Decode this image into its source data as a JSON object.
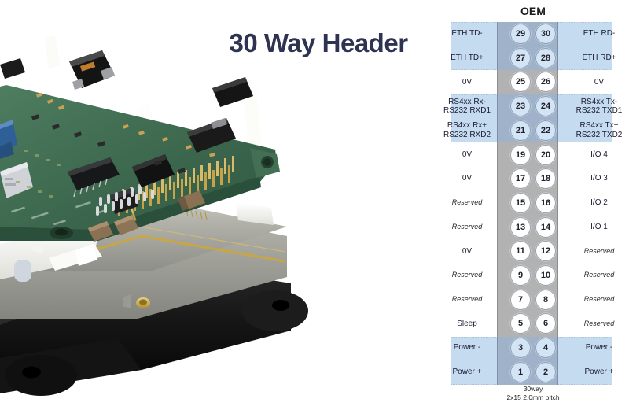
{
  "title": "30 Way Header",
  "colors": {
    "title": "#2d3350",
    "band_blue": "#c5dcf0",
    "connector_gray": "#b2b2b2",
    "connector_blue": "#9fb2ca",
    "pin_tint": "#d3e4f5"
  },
  "pinout": {
    "header": "OEM",
    "caption_line1": "30way",
    "caption_line2": "2x15 2.0mm pitch",
    "rows": [
      {
        "left": "ETH TD-",
        "left2": "",
        "odd": "29",
        "even": "30",
        "right": "ETH RD-",
        "right2": "",
        "band": "blue",
        "left_italic": false,
        "right_italic": false
      },
      {
        "left": "ETH TD+",
        "left2": "",
        "odd": "27",
        "even": "28",
        "right": "ETH RD+",
        "right2": "",
        "band": "blue",
        "left_italic": false,
        "right_italic": false
      },
      {
        "left": "0V",
        "left2": "",
        "odd": "25",
        "even": "26",
        "right": "0V",
        "right2": "",
        "band": "none",
        "left_italic": false,
        "right_italic": false
      },
      {
        "left": "RS4xx Rx-",
        "left2": "RS232 RXD1",
        "odd": "23",
        "even": "24",
        "right": "RS4xx Tx-",
        "right2": "RS232 TXD1",
        "band": "blue",
        "left_italic": false,
        "right_italic": false
      },
      {
        "left": "RS4xx Rx+",
        "left2": "RS232 RXD2",
        "odd": "21",
        "even": "22",
        "right": "RS4xx Tx+",
        "right2": "RS232 TXD2",
        "band": "blue",
        "left_italic": false,
        "right_italic": false
      },
      {
        "left": "0V",
        "left2": "",
        "odd": "19",
        "even": "20",
        "right": "I/O 4",
        "right2": "",
        "band": "none",
        "left_italic": false,
        "right_italic": false
      },
      {
        "left": "0V",
        "left2": "",
        "odd": "17",
        "even": "18",
        "right": "I/O 3",
        "right2": "",
        "band": "none",
        "left_italic": false,
        "right_italic": false
      },
      {
        "left": "Reserved",
        "left2": "",
        "odd": "15",
        "even": "16",
        "right": "I/O 2",
        "right2": "",
        "band": "none",
        "left_italic": true,
        "right_italic": false
      },
      {
        "left": "Reserved",
        "left2": "",
        "odd": "13",
        "even": "14",
        "right": "I/O 1",
        "right2": "",
        "band": "none",
        "left_italic": true,
        "right_italic": false
      },
      {
        "left": "0V",
        "left2": "",
        "odd": "11",
        "even": "12",
        "right": "Reserved",
        "right2": "",
        "band": "none",
        "left_italic": false,
        "right_italic": true
      },
      {
        "left": "Reserved",
        "left2": "",
        "odd": "9",
        "even": "10",
        "right": "Reserved",
        "right2": "",
        "band": "none",
        "left_italic": true,
        "right_italic": true
      },
      {
        "left": "Reserved",
        "left2": "",
        "odd": "7",
        "even": "8",
        "right": "Reserved",
        "right2": "",
        "band": "none",
        "left_italic": true,
        "right_italic": true
      },
      {
        "left": "Sleep",
        "left2": "",
        "odd": "5",
        "even": "6",
        "right": "Reserved",
        "right2": "",
        "band": "none",
        "left_italic": false,
        "right_italic": true
      },
      {
        "left": "Power -",
        "left2": "",
        "odd": "3",
        "even": "4",
        "right": "Power -",
        "right2": "",
        "band": "blue",
        "left_italic": false,
        "right_italic": false
      },
      {
        "left": "Power +",
        "left2": "",
        "odd": "1",
        "even": "2",
        "right": "Power +",
        "right2": "",
        "band": "blue",
        "left_italic": false,
        "right_italic": false
      }
    ]
  },
  "photo": {
    "alt": "stacked OEM module assembly with green PCB, white spacers, grey housing and black base"
  }
}
